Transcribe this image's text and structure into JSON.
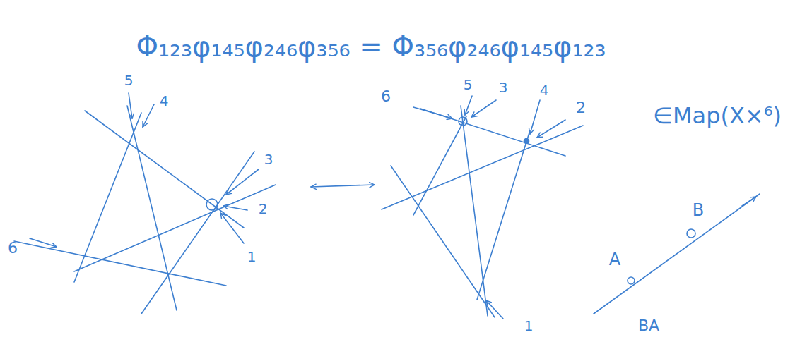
{
  "diagram": {
    "labels": [
      "Φ₁₂₃φ₁₄₅φ₂₄₆φ₃₅₆ = Φ₃₅₆φ₂₄₆φ₁₄₅φ₁₂₃",
      "∈Map(X×⁶)",
      "5",
      "4",
      "3",
      "2",
      "1",
      "6",
      "6",
      "5",
      "3",
      "4",
      "2",
      "1",
      "A",
      "B",
      "BA"
    ]
  }
}
